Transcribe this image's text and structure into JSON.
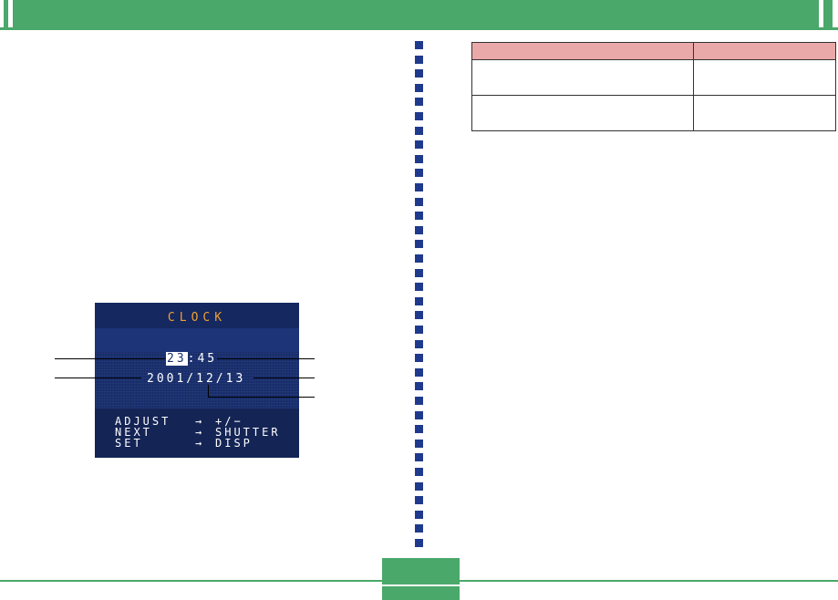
{
  "colors": {
    "header_green": "#4aa86a",
    "divider_blue": "#1f3a8c",
    "table_header_pink": "#e8a9a8",
    "lcd_blue": "#1a3070",
    "lcd_title_orange": "#f0a030"
  },
  "table": {
    "header": [
      "",
      ""
    ],
    "rows": [
      [
        "",
        ""
      ],
      [
        "",
        ""
      ]
    ]
  },
  "lcd": {
    "title": "CLOCK",
    "time_hours": "23",
    "time_rest": ":45",
    "date": "2001/12/13",
    "instructions": [
      {
        "action": "ADJUST",
        "arrow": "→",
        "key": "+/−"
      },
      {
        "action": "NEXT",
        "arrow": "→",
        "key": "SHUTTER"
      },
      {
        "action": "SET",
        "arrow": "→",
        "key": "DISP"
      }
    ]
  }
}
